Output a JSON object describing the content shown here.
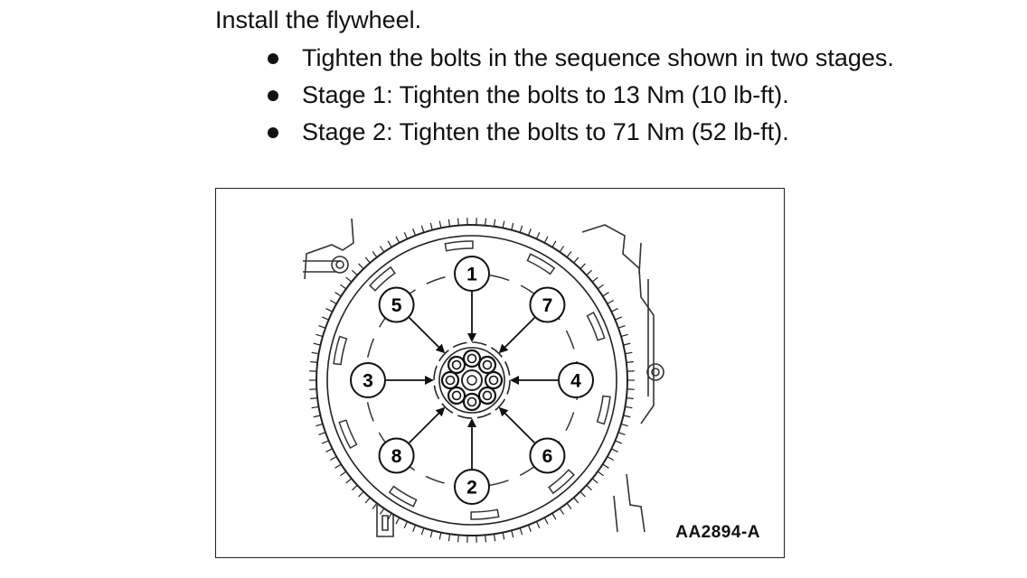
{
  "instruction": {
    "heading": "Install the flywheel.",
    "steps": [
      "Tighten the bolts in the sequence shown in two stages.",
      "Stage 1: Tighten the bolts to 13 Nm (10 lb-ft).",
      "Stage 2: Tighten the bolts to 71 Nm (52 lb-ft)."
    ]
  },
  "figure": {
    "id_label": "AA2894-A",
    "sequence_labels": [
      "1",
      "2",
      "3",
      "4",
      "5",
      "6",
      "7",
      "8"
    ]
  }
}
